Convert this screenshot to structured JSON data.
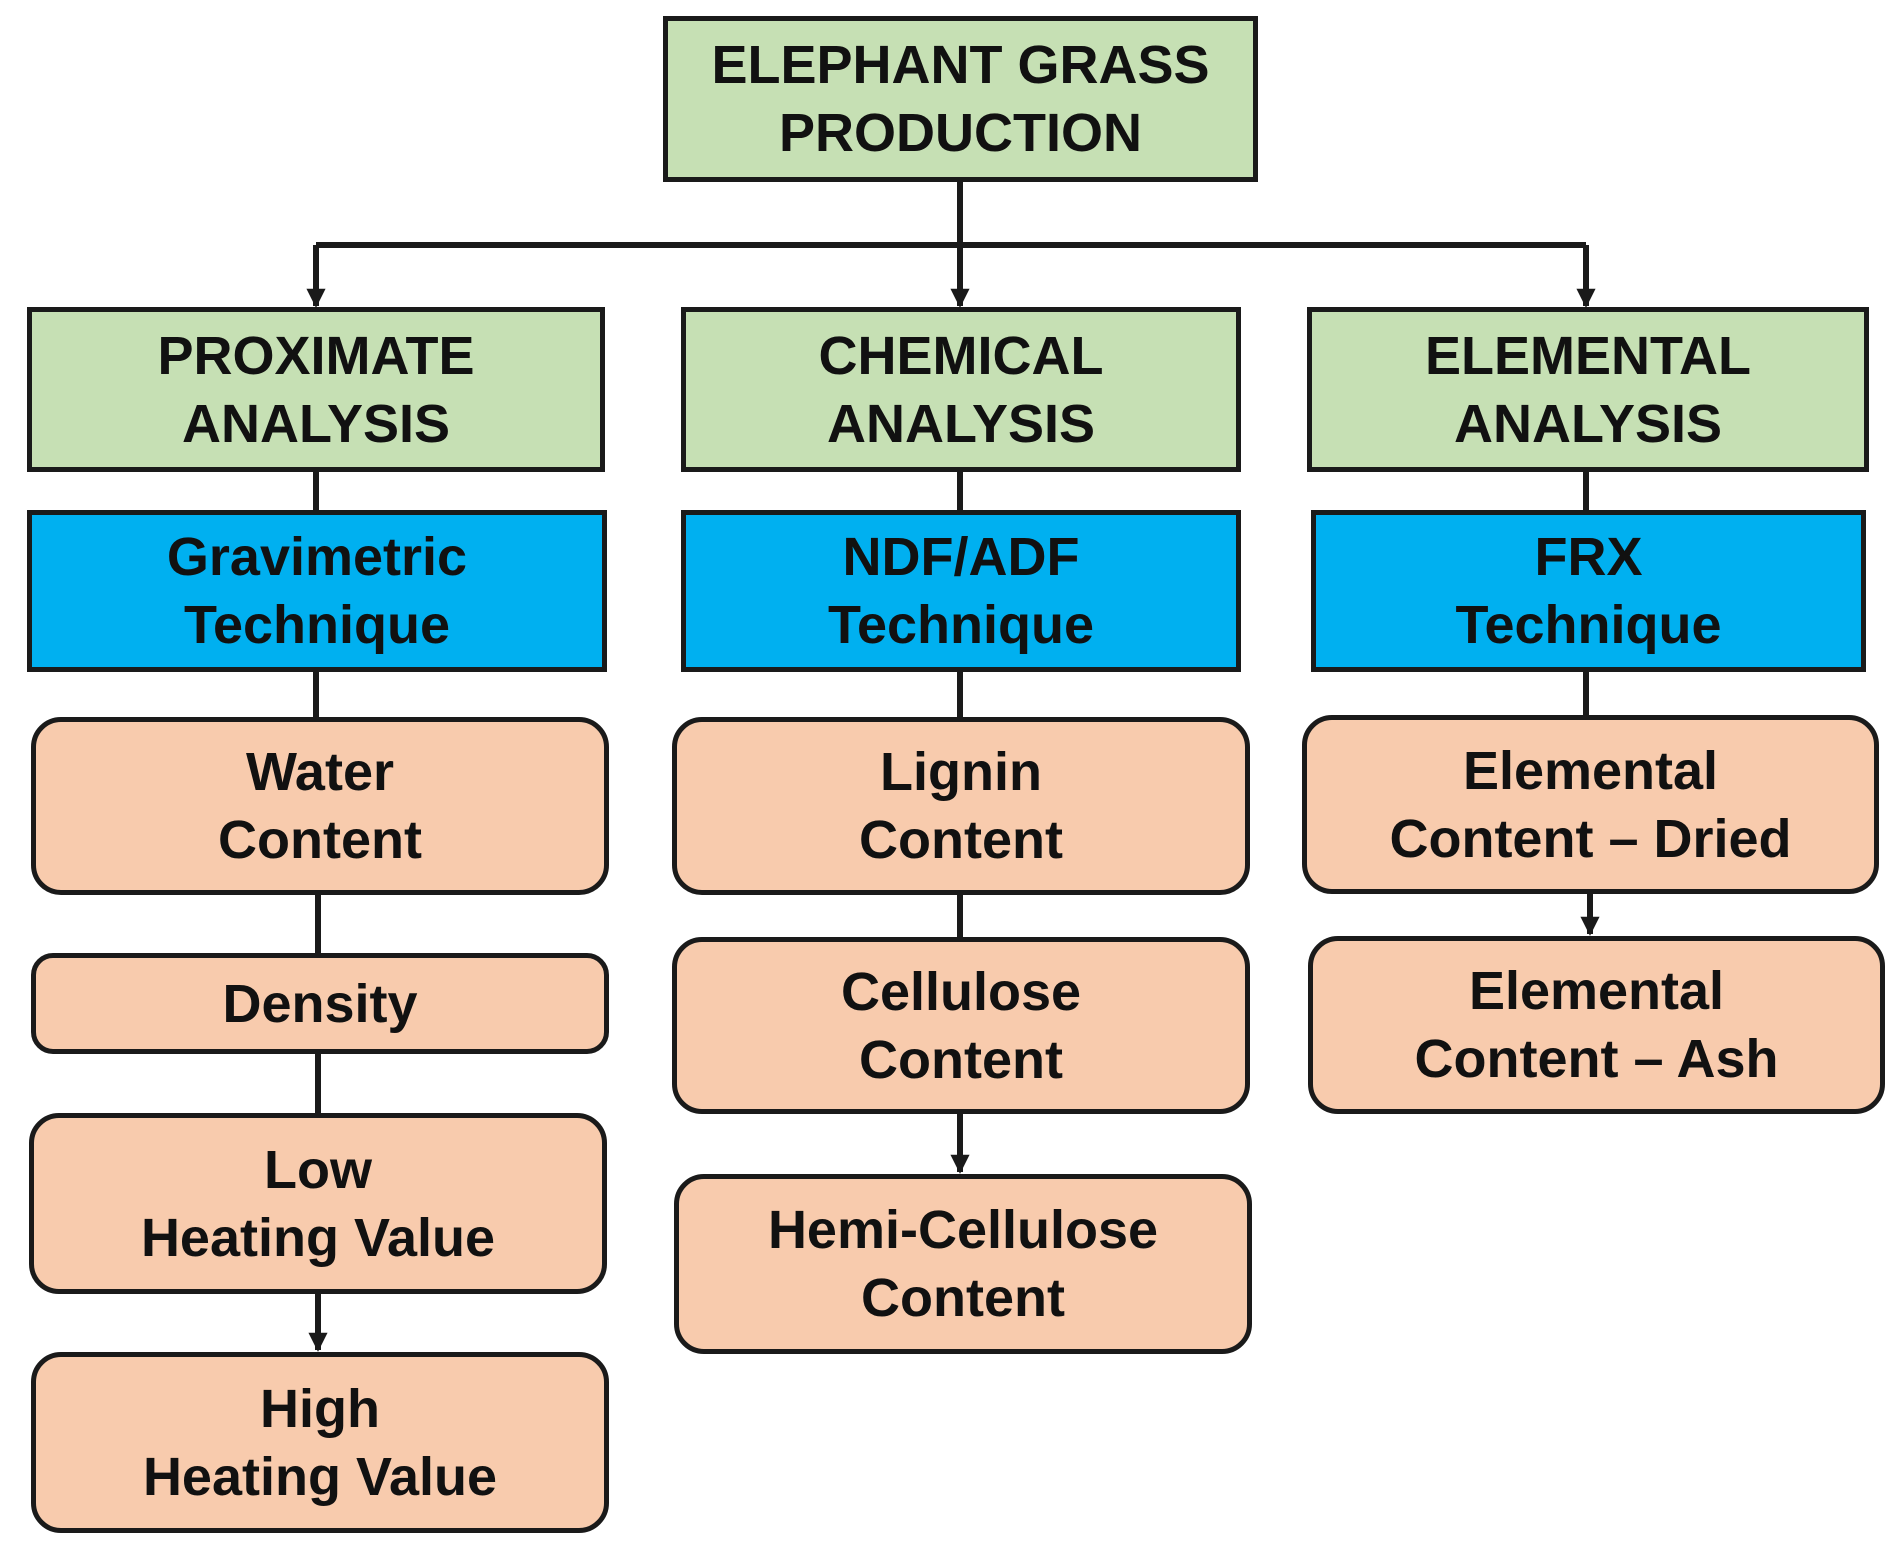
{
  "colors": {
    "green": "#c6e0b4",
    "blue": "#00b0f0",
    "peach": "#f8cbad",
    "border": "#1a1a1a",
    "line": "#1a1a1a"
  },
  "root": {
    "label": "ELEPHANT GRASS\nPRODUCTION"
  },
  "branches": [
    {
      "analysis": "PROXIMATE\nANALYSIS",
      "technique": "Gravimetric\nTechnique",
      "results": [
        "Water\nContent",
        "Density",
        "Low\nHeating Value",
        "High\nHeating Value"
      ]
    },
    {
      "analysis": "CHEMICAL\nANALYSIS",
      "technique": "NDF/ADF\nTechnique",
      "results": [
        "Lignin\nContent",
        "Cellulose\nContent",
        "Hemi-Cellulose\nContent"
      ]
    },
    {
      "analysis": "ELEMENTAL\nANALYSIS",
      "technique": "FRX\nTechnique",
      "results": [
        "Elemental\nContent – Dried",
        "Elemental\nContent – Ash"
      ]
    }
  ]
}
